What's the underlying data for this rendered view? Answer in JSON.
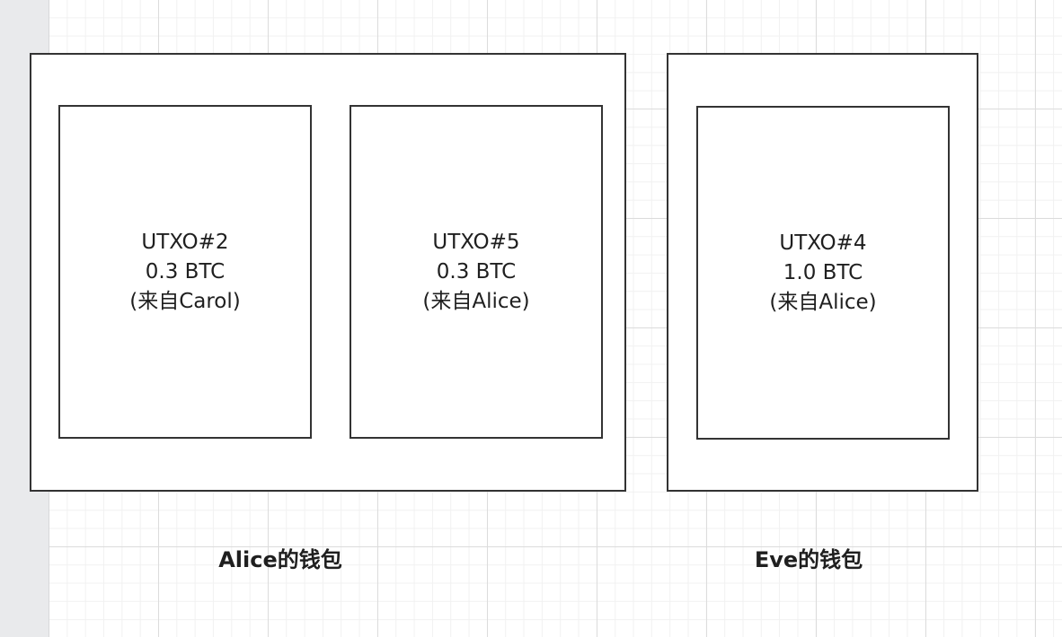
{
  "wallets": [
    {
      "label": "Alice的钱包",
      "utxos": [
        {
          "id": "UTXO#2",
          "amount": "0.3 BTC",
          "source": "(来自Carol)"
        },
        {
          "id": "UTXO#5",
          "amount": "0.3 BTC",
          "source": "(来自Alice)"
        }
      ]
    },
    {
      "label": "Eve的钱包",
      "utxos": [
        {
          "id": "UTXO#4",
          "amount": "1.0 BTC",
          "source": "(来自Alice)"
        }
      ]
    }
  ],
  "colors": {
    "stroke": "#333333",
    "text": "#1f1f1f",
    "grid_major": "#dcdcdc",
    "grid_minor": "#f1f1f1",
    "panel": "#e9eaec"
  }
}
